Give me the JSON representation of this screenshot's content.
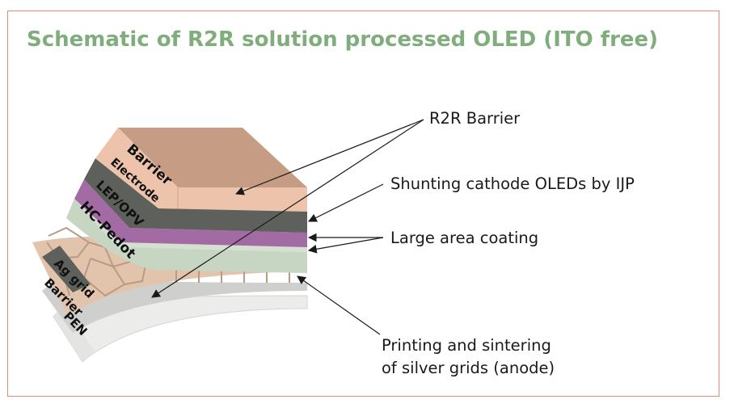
{
  "title": "Schematic of R2R solution processed OLED (ITO free)",
  "layers": {
    "barrier_top": "Barrier",
    "electrode": "Electrode",
    "lep_opv": "LEP/OPV",
    "hc_pedot": "HC-Pedot",
    "ag_grid": "Ag grid",
    "barrier_bottom": "Barrier",
    "pen": "PEN"
  },
  "callouts": {
    "r2r_barrier": "R2R Barrier",
    "shunting": "Shunting cathode OLEDs by IJP",
    "large_area": "Large area coating",
    "printing_line1": "Printing and sintering",
    "printing_line2": "of silver grids (anode)"
  },
  "colors": {
    "title": "#7fae7c",
    "frame": "#e88a72",
    "barrier": "#e8bba4",
    "electrode": "#5e605c",
    "lep_opv": "#a36ba4",
    "hc_pedot": "#c6d6c2",
    "ag_grid": "#e2c4ad",
    "barrier_bottom": "#cfcfcd",
    "pen": "#ececea"
  }
}
